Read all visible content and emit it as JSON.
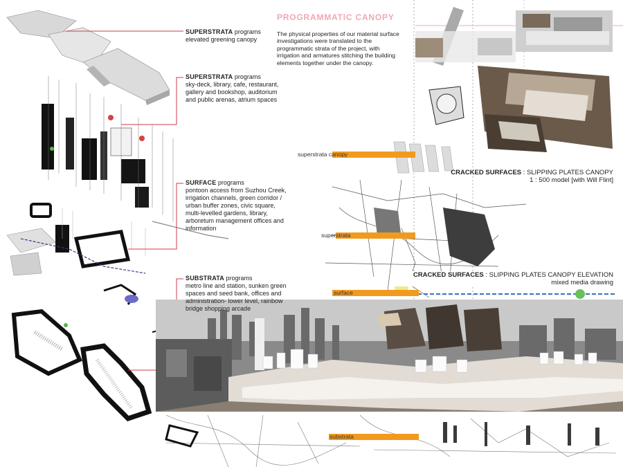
{
  "colors": {
    "accent_pink": "#f0a8b4",
    "callout_red": "#d23a4a",
    "bar_orange": "#f29a1e"
  },
  "header": {
    "title": "PROGRAMMATIC CANOPY"
  },
  "intro": "The physical properties of our material surface investigations were translated to the programmatic strata of the project, with irrigation and armatures stitching the building elements together under the canopy.",
  "programs": [
    {
      "heading": "SUPERSTRATA",
      "suffix": " programs",
      "text": "elevated greening  canopy"
    },
    {
      "heading": "SUPERSTRATA",
      "suffix": " programs",
      "text": "sky-deck, library, cafe, restaurant, gallery and bookshop, auditorium and public arenas, atrium spaces"
    },
    {
      "heading": "SURFACE",
      "suffix": " programs",
      "text": "pontoon access from Suzhou Creek, irrigation channels, green corridor /  urban buffer zones, civic square, multi-levelled gardens, library, arboretum management offices and information"
    },
    {
      "heading": "SUBSTRATA",
      "suffix": "  programs",
      "text": "metro line and station, sunken green spaces and seed bank, offices and administration- lower level, rainbow bridge shopping arcade"
    }
  ],
  "bars": [
    {
      "label": "superstrata canopy"
    },
    {
      "label": "superstrata"
    },
    {
      "label": "surface"
    },
    {
      "label": "substrata"
    }
  ],
  "captions": {
    "model": {
      "bold": "CRACKED SURFACES",
      "rest": " : SLIPPING PLATES CANOPY",
      "line2": "1 : 500 model [with Will Flint]"
    },
    "elevation": {
      "bold": "CRACKED SURFACES",
      "rest": " : SLIPPING PLATES CANOPY ELEVATION",
      "line2": "mixed media drawing"
    }
  }
}
